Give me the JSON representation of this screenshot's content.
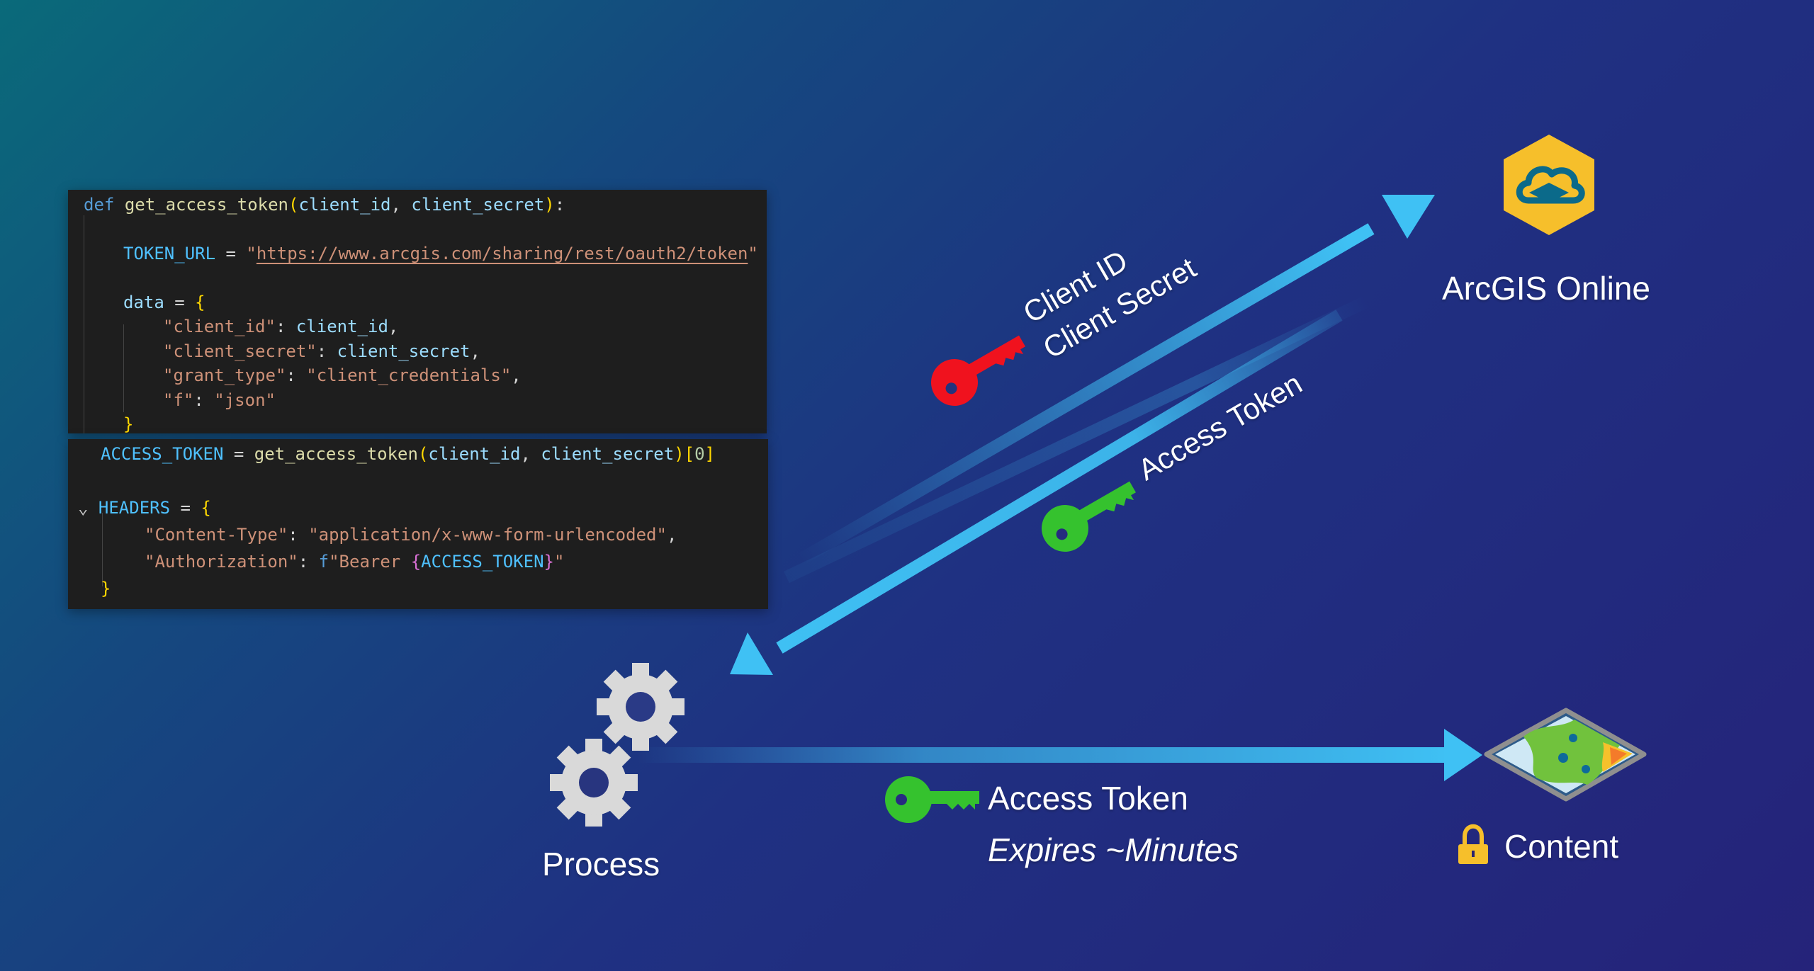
{
  "code_top": {
    "l1": {
      "kw": "def",
      "fn": "get_access_token",
      "open": "(",
      "p1": "client_id",
      "comma": ", ",
      "p2": "client_secret",
      "close": ")",
      "colon": ":"
    },
    "l2": {
      "var": "TOKEN_URL",
      "eq": " = ",
      "q1": "\"",
      "url": "https://www.arcgis.com/sharing/rest/oauth2/token",
      "q2": "\""
    },
    "l3": {
      "var": "data",
      "eq": " = ",
      "brace": "{"
    },
    "l4": {
      "key": "\"client_id\"",
      "colon": ": ",
      "val": "client_id",
      "comma": ","
    },
    "l5": {
      "key": "\"client_secret\"",
      "colon": ": ",
      "val": "client_secret",
      "comma": ","
    },
    "l6": {
      "key": "\"grant_type\"",
      "colon": ": ",
      "val": "\"client_credentials\"",
      "comma": ","
    },
    "l7": {
      "key": "\"f\"",
      "colon": ": ",
      "val": "\"json\""
    },
    "l8": {
      "brace": "}"
    }
  },
  "code_bottom": {
    "l1": {
      "var": "ACCESS_TOKEN",
      "eq": " = ",
      "fn": "get_access_token",
      "open": "(",
      "p1": "client_id",
      "comma": ", ",
      "p2": "client_secret",
      "close": ")",
      "bopen": "[",
      "idx": "0",
      "bclose": "]"
    },
    "l2": {
      "fold": "⌄",
      "var": "HEADERS",
      "eq": " = ",
      "brace": "{"
    },
    "l3": {
      "key": "\"Content-Type\"",
      "colon": ": ",
      "val": "\"application/x-www-form-urlencoded\"",
      "comma": ","
    },
    "l4": {
      "key": "\"Authorization\"",
      "colon": ": ",
      "prefix": "f",
      "s1": "\"Bearer ",
      "bo": "{",
      "var": "ACCESS_TOKEN",
      "bc": "}",
      "s2": "\""
    },
    "l5": {
      "brace": "}"
    }
  },
  "labels": {
    "arcgis": "ArcGIS Online",
    "client_id": "Client ID",
    "client_secret": "Client Secret",
    "access_token_diag": "Access Token",
    "process": "Process",
    "access_token": "Access Token",
    "expires": "Expires ~Minutes",
    "content": "Content"
  },
  "icons": {
    "red_key": "key-icon",
    "green_key": "key-icon",
    "gears": "gears-icon",
    "arcgis": "arcgis-online-logo",
    "map": "map-content-icon",
    "lock": "lock-icon"
  },
  "colors": {
    "arrow": "#3fc1f4",
    "red_key": "#f0121e",
    "green_key": "#35c22e",
    "arcgis_logo": "#f6bf2b",
    "lock": "#f6bf2b",
    "gears": "#d9d9d9"
  }
}
